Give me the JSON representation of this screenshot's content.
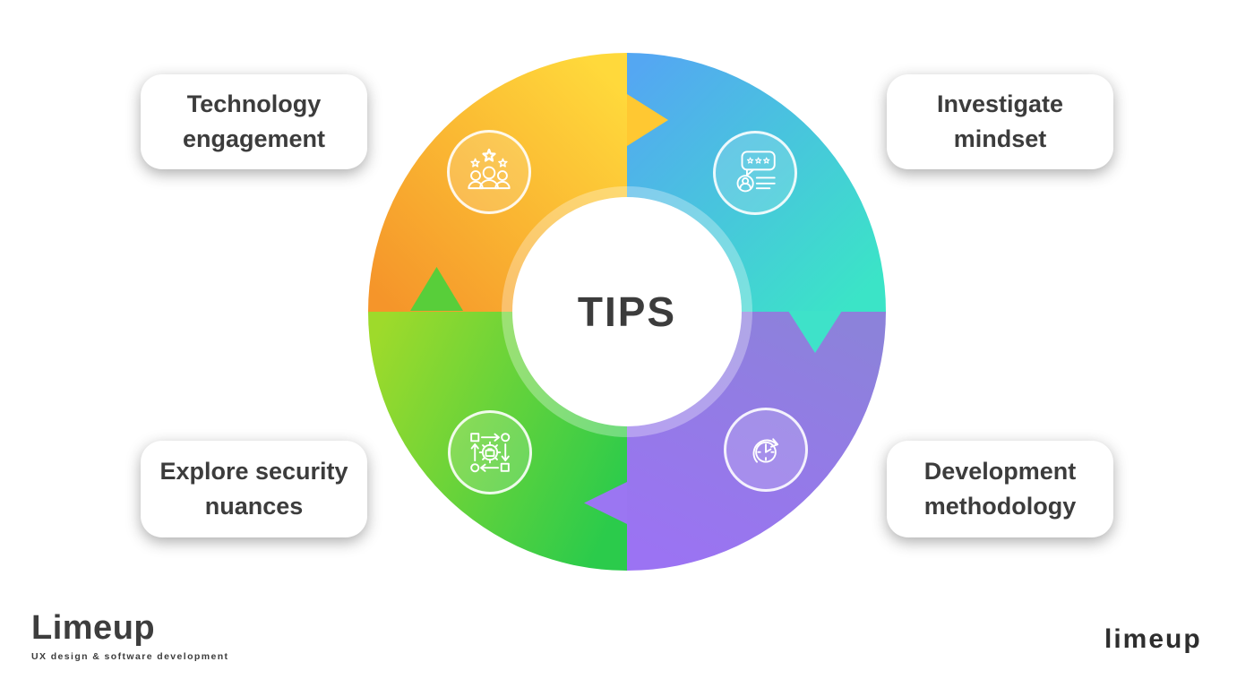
{
  "diagram": {
    "center_label": "TIPS",
    "flow_direction": "clockwise",
    "quadrants": [
      {
        "label": "Technology engagement",
        "position": "top-left",
        "icon": "team-stars-icon",
        "gradient_from": "#FFD93B",
        "gradient_to": "#F5952A",
        "arrow_color": "#FFC832"
      },
      {
        "label": "Investigate mindset",
        "position": "top-right",
        "icon": "customer-review-icon",
        "gradient_from": "#54A7F2",
        "gradient_to": "#3BE4C7",
        "arrow_color": "#3EE2C9"
      },
      {
        "label": "Explore security nuances",
        "position": "bottom-left",
        "icon": "process-gear-icon",
        "gradient_from": "#9EDA2B",
        "gradient_to": "#2BCB4B",
        "arrow_color": "#58CE3A"
      },
      {
        "label": "Development methodology",
        "position": "bottom-right",
        "icon": "time-cycle-icon",
        "gradient_from": "#8C82DA",
        "gradient_to": "#9B73F3",
        "arrow_color": "#9B76F2"
      }
    ]
  },
  "footer": {
    "logo_text": "Limeup",
    "logo_tagline": "UX design & software development",
    "watermark_text": "limeup"
  }
}
